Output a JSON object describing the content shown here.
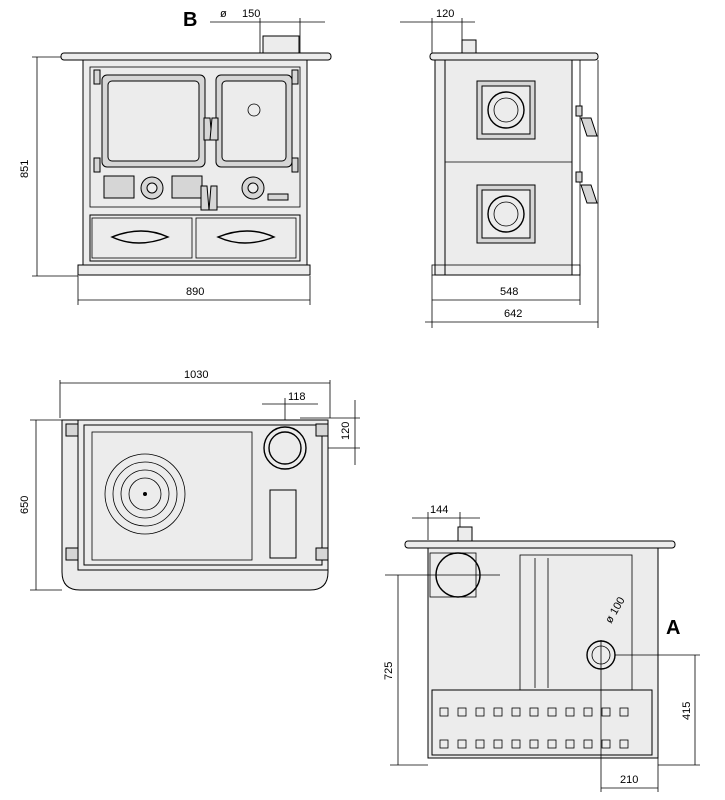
{
  "labels": {
    "view_b": "B",
    "view_a": "A"
  },
  "dimensions": {
    "front_flue_diameter_symbol": "ø",
    "front_flue_diameter": "150",
    "front_height": "851",
    "front_width": "890",
    "side_flue_offset": "120",
    "side_depth_inner": "548",
    "side_depth_total": "642",
    "top_width": "1030",
    "top_depth": "650",
    "top_flue_x": "118",
    "top_flue_y": "120",
    "rear_flue_offset": "144",
    "rear_outlet_diameter": "ø 100",
    "rear_height": "725",
    "rear_outlet_height": "415",
    "rear_outlet_x": "210"
  }
}
